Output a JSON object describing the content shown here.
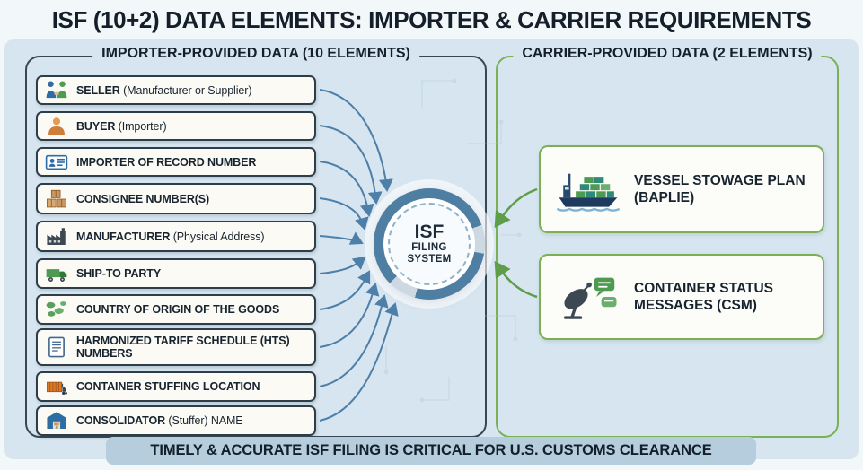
{
  "title": "ISF (10+2) DATA ELEMENTS: IMPORTER & CARRIER REQUIREMENTS",
  "importer_section": {
    "header": "IMPORTER-PROVIDED DATA (10 ELEMENTS)",
    "items": [
      {
        "label": "SELLER",
        "sublabel": "(Manufacturer or Supplier)",
        "icon": "handshake-icon"
      },
      {
        "label": "BUYER",
        "sublabel": "(Importer)",
        "icon": "person-icon"
      },
      {
        "label": "IMPORTER OF RECORD NUMBER",
        "sublabel": "",
        "icon": "id-card-icon"
      },
      {
        "label": "CONSIGNEE NUMBER(S)",
        "sublabel": "",
        "icon": "boxes-icon"
      },
      {
        "label": "MANUFACTURER",
        "sublabel": "(Physical Address)",
        "icon": "factory-icon"
      },
      {
        "label": "SHIP-TO PARTY",
        "sublabel": "",
        "icon": "truck-icon"
      },
      {
        "label": "COUNTRY OF ORIGIN OF THE GOODS",
        "sublabel": "",
        "icon": "world-map-icon"
      },
      {
        "label": "HARMONIZED TARIFF SCHEDULE (HTS) NUMBERS",
        "sublabel": "",
        "icon": "tariff-document-icon"
      },
      {
        "label": "CONTAINER STUFFING LOCATION",
        "sublabel": "",
        "icon": "container-icon"
      },
      {
        "label": "CONSOLIDATOR",
        "sublabel": "(Stuffer) NAME",
        "icon": "warehouse-icon"
      }
    ]
  },
  "carrier_section": {
    "header": "CARRIER-PROVIDED DATA (2 ELEMENTS)",
    "items": [
      {
        "label": "VESSEL STOWAGE PLAN (BAPLIE)",
        "icon": "cargo-ship-icon"
      },
      {
        "label": "CONTAINER STATUS MESSAGES (CSM)",
        "icon": "satellite-dish-icon"
      }
    ]
  },
  "center_hub": {
    "line1": "ISF",
    "line2": "FILING",
    "line3": "SYSTEM"
  },
  "footer": {
    "text": "TIMELY & ACCURATE ISF FILING IS CRITICAL FOR U.S. CUSTOMS CLEARANCE"
  },
  "colors": {
    "background": "#d6e5ef",
    "importer_border": "#37474f",
    "carrier_border": "#7bb154",
    "arrow_blue": "#4d7fa8",
    "arrow_green": "#5f9e49",
    "hub_ring_blue": "#4f7ea3",
    "banner_bg": "#b5cddc",
    "text_dark": "#17242f"
  }
}
